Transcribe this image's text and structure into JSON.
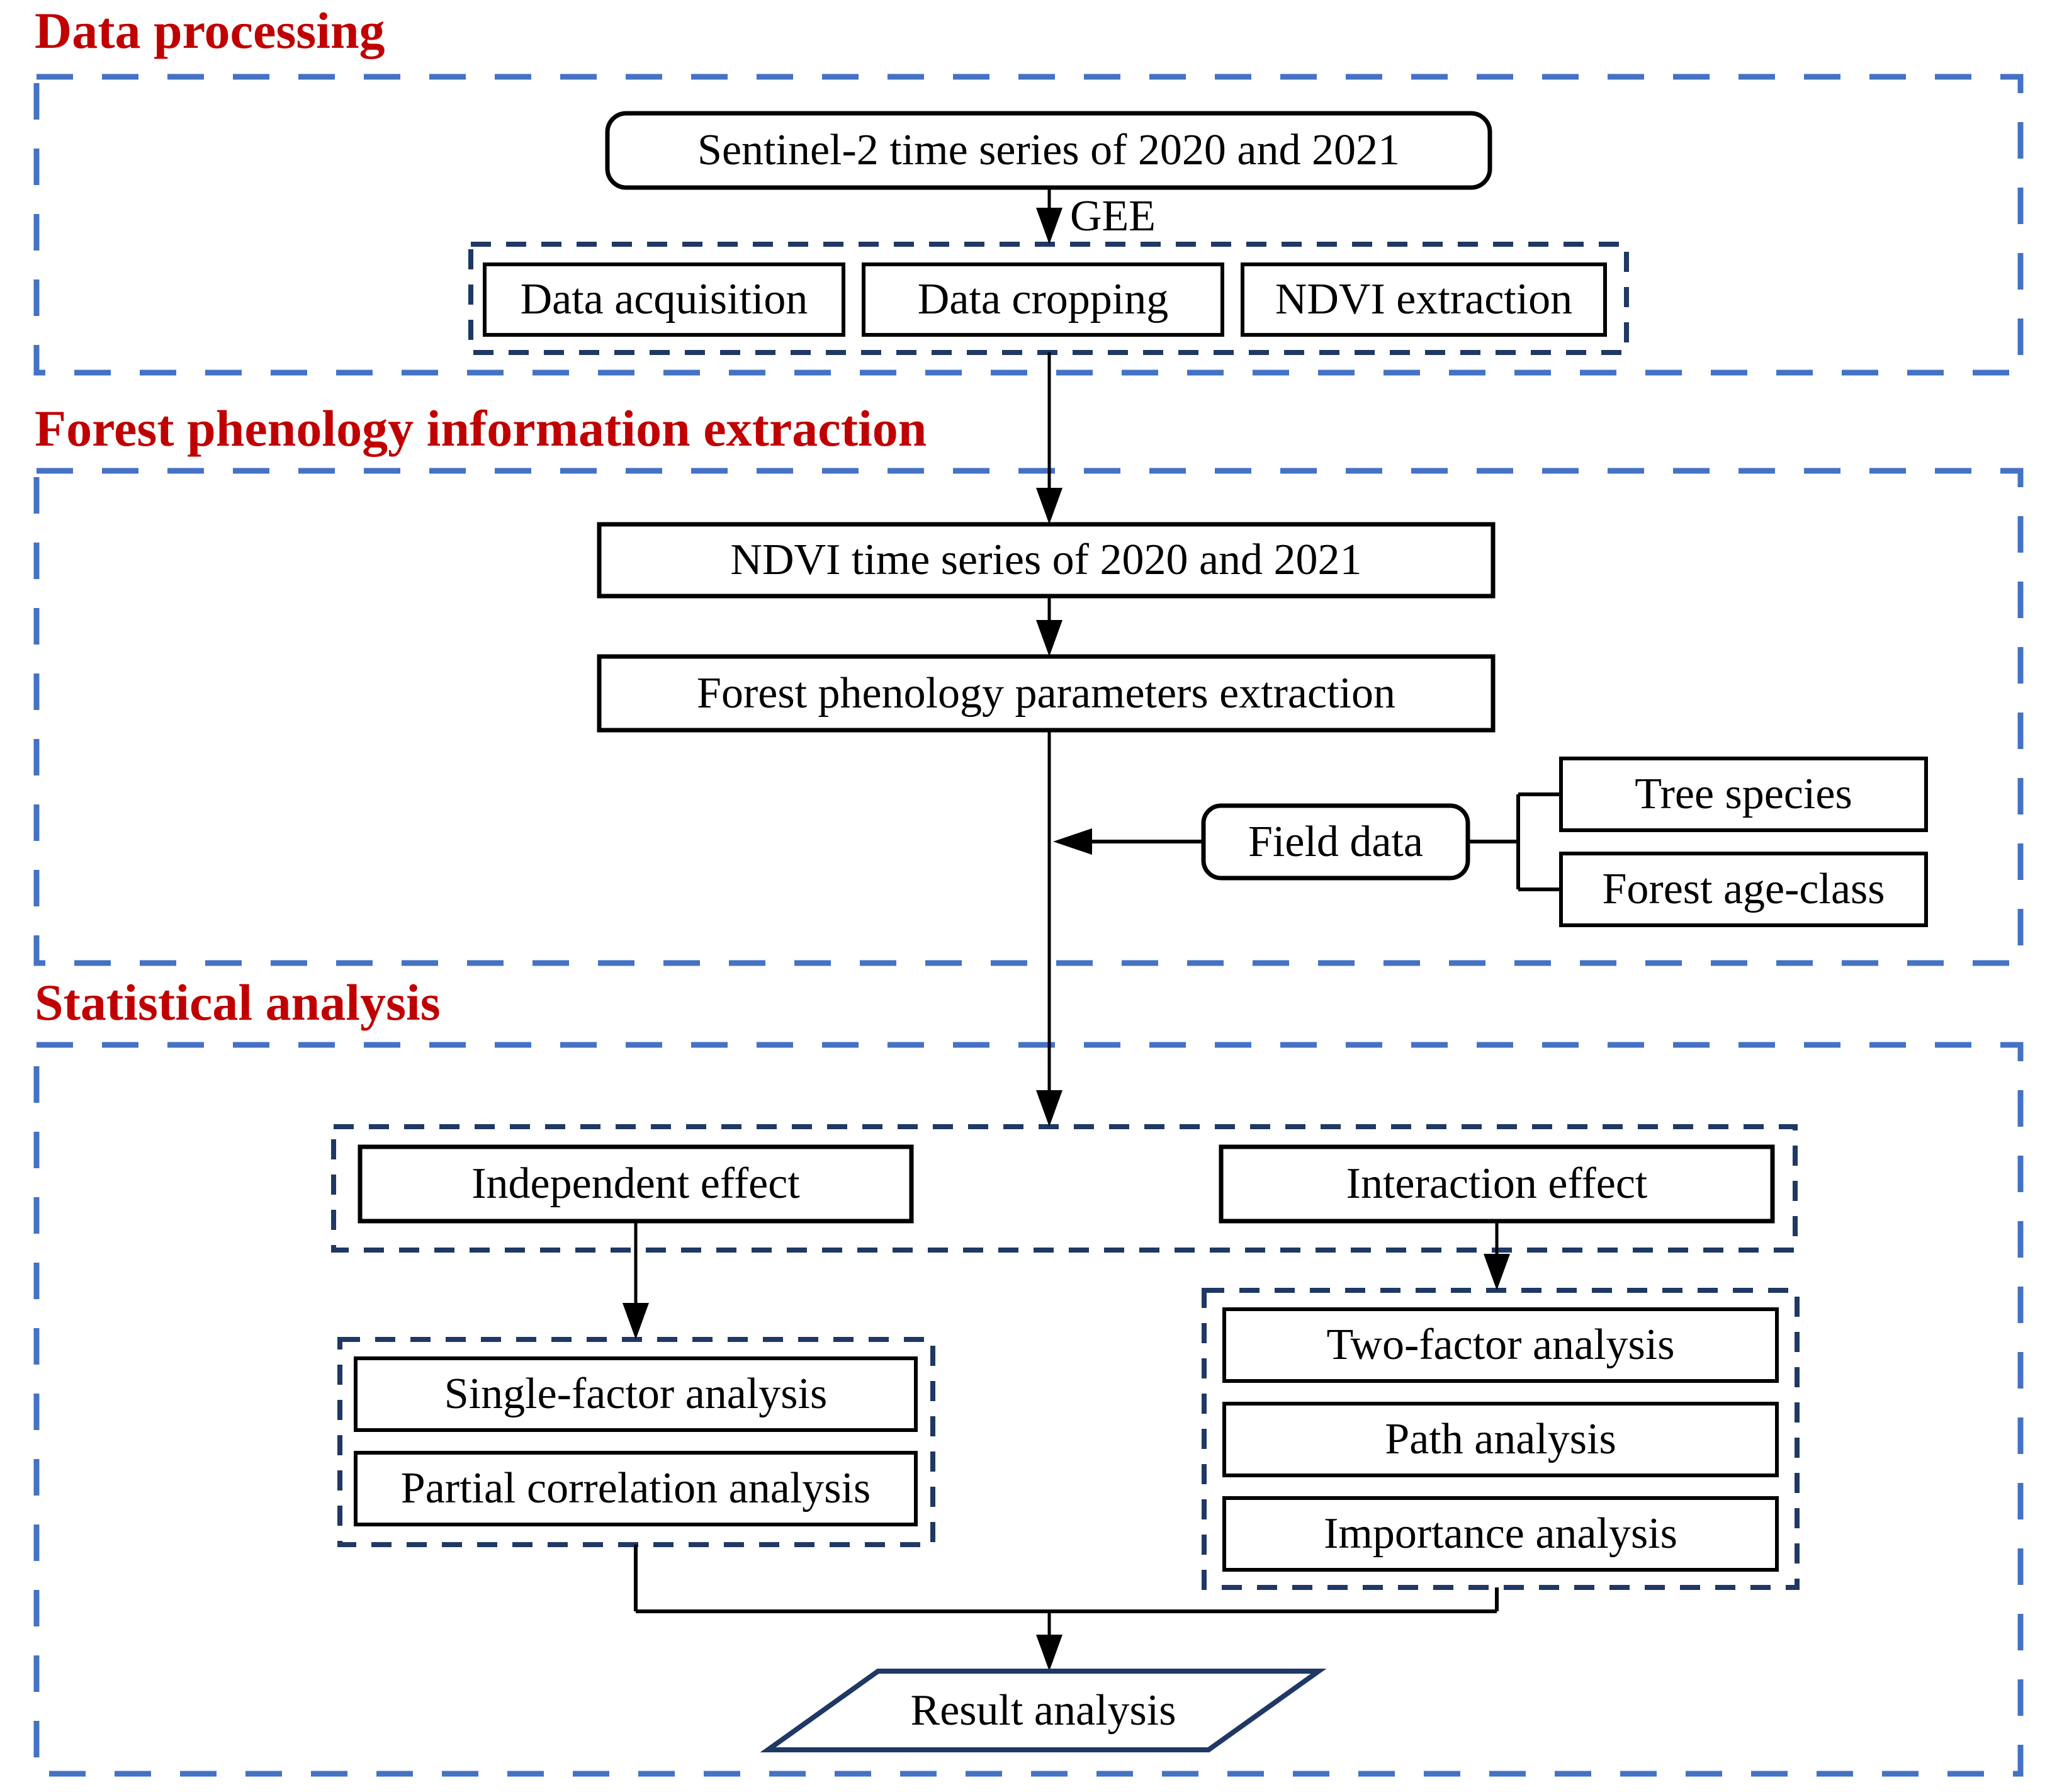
{
  "figure": {
    "type": "flowchart",
    "background": "#ffffff"
  },
  "colors": {
    "section_title": "#c00000",
    "section_dashed_border": "#4472c4",
    "inner_dashed_border": "#1f3864",
    "node_border": "#000000",
    "node_fill": "#ffffff",
    "result_border": "#1f3864",
    "connector": "#000000",
    "text": "#000000"
  },
  "sections": [
    {
      "id": "data-processing",
      "title": "Data processing"
    },
    {
      "id": "forest-phenology-information-extraction",
      "title": "Forest phenology information extraction"
    },
    {
      "id": "statistical-analysis",
      "title": "Statistical analysis"
    }
  ],
  "nodes": {
    "sentinel": "Sentinel-2 time series of 2020 and 2021",
    "gee_label": "GEE",
    "data_acquisition": "Data acquisition",
    "data_cropping": "Data cropping",
    "ndvi_extraction": "NDVI extraction",
    "ndvi_time_series": "NDVI time series of 2020 and 2021",
    "phenology_parameters": "Forest phenology parameters extraction",
    "field_data": "Field data",
    "tree_species": "Tree species",
    "forest_age_class": "Forest age-class",
    "independent_effect": "Independent effect",
    "interaction_effect": "Interaction effect",
    "single_factor": "Single-factor analysis",
    "partial_correlation": "Partial correlation analysis",
    "two_factor": "Two-factor analysis",
    "path_analysis": "Path analysis",
    "importance_analysis": "Importance analysis",
    "result_analysis": "Result analysis"
  }
}
